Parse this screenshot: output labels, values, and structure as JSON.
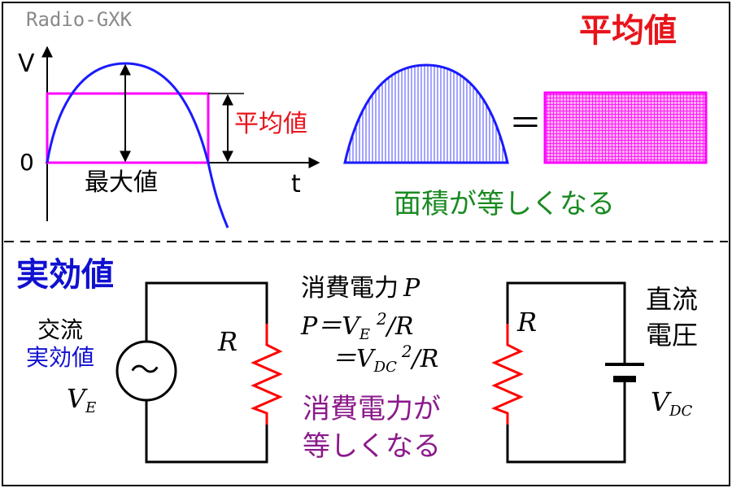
{
  "watermark": "Radio-GXK",
  "top_section": {
    "title": "平均値",
    "axis_v": "V",
    "axis_t": "t",
    "origin": "0",
    "peak_label": "最大値",
    "avg_label": "平均値",
    "equals": "＝",
    "area_caption": "面積が等しくなる"
  },
  "bottom_section": {
    "title": "実効値",
    "ac_label_1": "交流",
    "ac_label_2": "実効値",
    "ac_voltage": "V",
    "ac_voltage_sub": "E",
    "ac_symbol": "～",
    "resistor_left": "R",
    "resistor_right": "R",
    "power_title": "消費電力",
    "power_symbol": "P",
    "eq1_lhs": "P＝",
    "eq1_v": "V",
    "eq1_sub": "E",
    "eq1_sup": "2",
    "eq1_rest": "/R",
    "eq2_lhs": "＝",
    "eq2_v": "V",
    "eq2_sub": "DC",
    "eq2_sup": "2",
    "eq2_rest": "/R",
    "conclusion_1": "消費電力が",
    "conclusion_2": "等しくなる",
    "dc_label_1": "直流",
    "dc_label_2": "電圧",
    "dc_voltage": "V",
    "dc_voltage_sub": "DC"
  },
  "colors": {
    "waveform": "#1a1aff",
    "rectangle": "#ff00ff",
    "resistor": "#ff0000",
    "title_red": "#e8141b",
    "title_blue": "#1010d0",
    "caption_green": "#1a8a22",
    "caption_purple": "#8b1a8b"
  }
}
